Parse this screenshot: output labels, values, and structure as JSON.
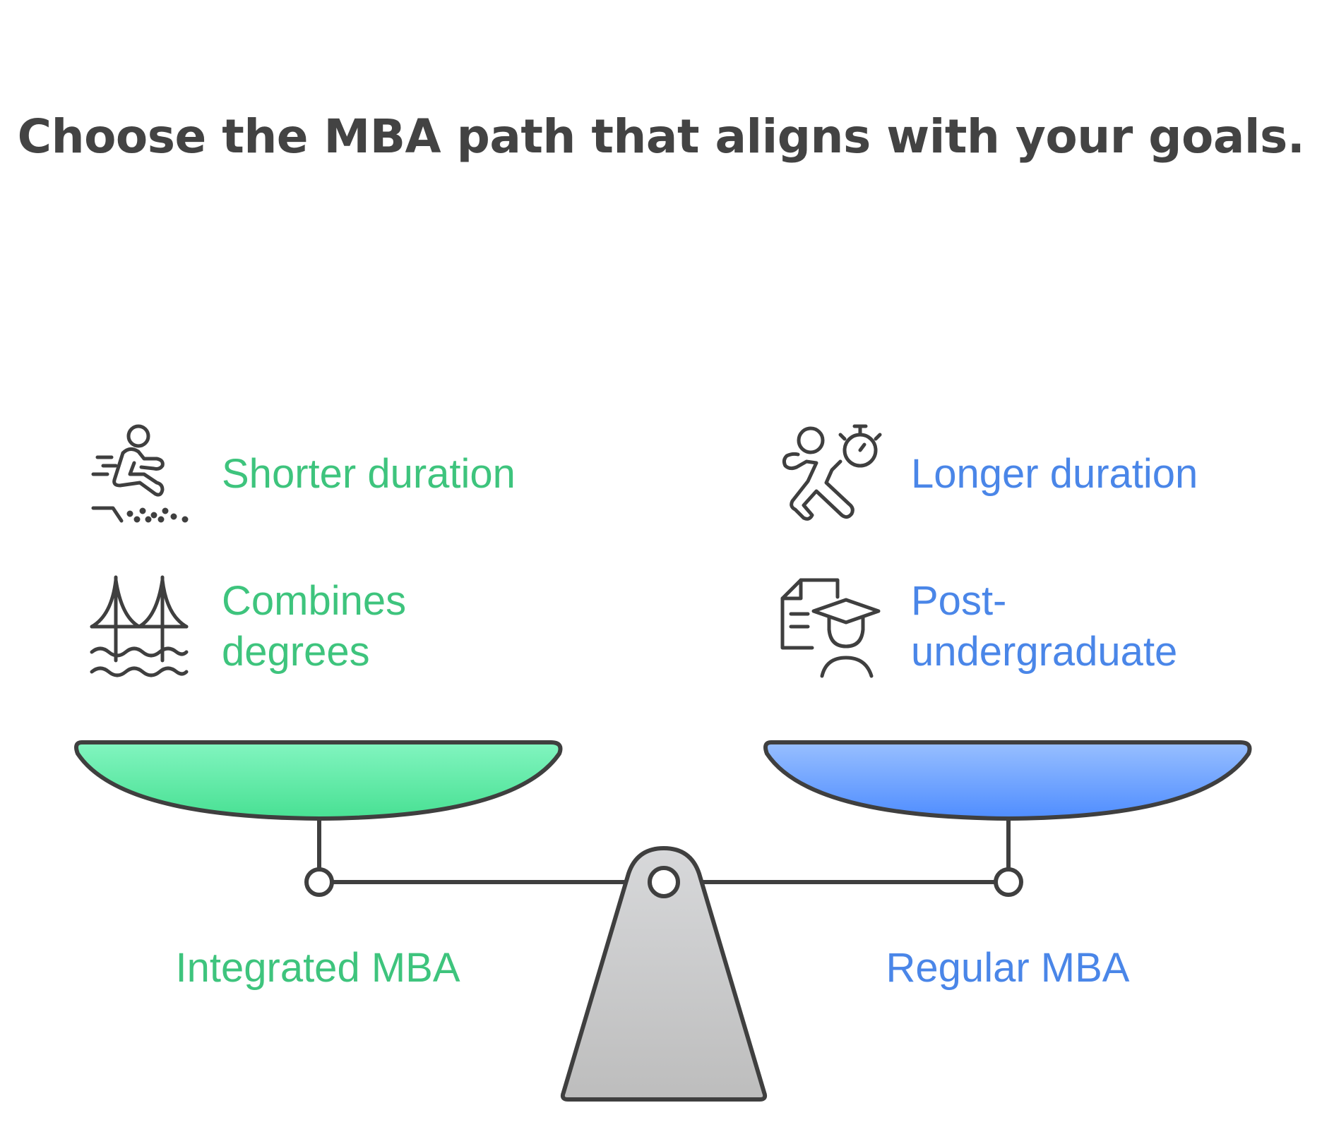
{
  "title": "Choose the MBA path that aligns with your goals.",
  "colors": {
    "green": "#3ec47d",
    "blue": "#4a86e8",
    "outline": "#3f3f3f",
    "title": "#434343"
  },
  "left_option": {
    "label": "Integrated MBA",
    "features": [
      {
        "text": "Shorter duration",
        "icon": "sprinter-icon"
      },
      {
        "text": "Combines degrees",
        "icon": "bridge-icon"
      }
    ]
  },
  "right_option": {
    "label": "Regular MBA",
    "features": [
      {
        "text": "Longer duration",
        "icon": "runner-stopwatch-icon"
      },
      {
        "text": "Post-undergraduate",
        "icon": "graduate-document-icon"
      }
    ]
  }
}
